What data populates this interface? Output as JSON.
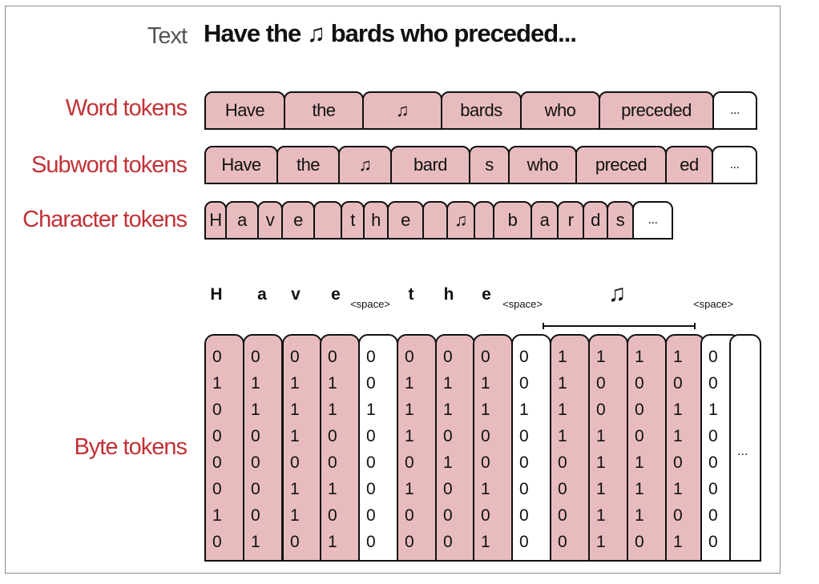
{
  "text_label": "Text",
  "sentence": "Have the ♫ bards who preceded...",
  "word_label": "Word tokens",
  "subword_label": "Subword tokens",
  "character_label": "Character tokens",
  "byte_label": "Byte tokens",
  "word_tokens": [
    "Have",
    "the",
    "♫",
    "bards",
    "who",
    "preceded",
    "..."
  ],
  "subword_tokens": [
    "Have",
    "the",
    "♫",
    "bard",
    "s",
    "who",
    "preced",
    "ed",
    "..."
  ],
  "character_tokens": [
    "H",
    "a",
    "v",
    "e",
    "",
    "t",
    "h",
    "e",
    "",
    "♫",
    "",
    "b",
    "a",
    "r",
    "d",
    "s",
    "..."
  ],
  "byte_headers": [
    {
      "char": "H"
    },
    {
      "char": "a"
    },
    {
      "char": "v"
    },
    {
      "char": "e"
    },
    {
      "space": "<space>"
    },
    {
      "char": "t"
    },
    {
      "char": "h"
    },
    {
      "char": "e"
    },
    {
      "space": "<space>"
    },
    {
      "note": "♫"
    },
    {
      "space": "<space>"
    }
  ],
  "byte_columns": [
    {
      "bits": "01000010",
      "space": false
    },
    {
      "bits": "01100001",
      "space": false
    },
    {
      "bits": "01110110",
      "space": false
    },
    {
      "bits": "01100101",
      "space": false
    },
    {
      "bits": "00100000",
      "space": true
    },
    {
      "bits": "01110100",
      "space": false
    },
    {
      "bits": "01101000",
      "space": false
    },
    {
      "bits": "01100101",
      "space": false
    },
    {
      "bits": "00100000",
      "space": true
    },
    {
      "bits": "11110000",
      "space": false
    },
    {
      "bits": "10011111",
      "space": false
    },
    {
      "bits": "10001110",
      "space": false
    },
    {
      "bits": "10110101",
      "space": false
    },
    {
      "bits": "00100000",
      "space": true
    },
    {
      "bits": "...",
      "space": true
    }
  ]
}
